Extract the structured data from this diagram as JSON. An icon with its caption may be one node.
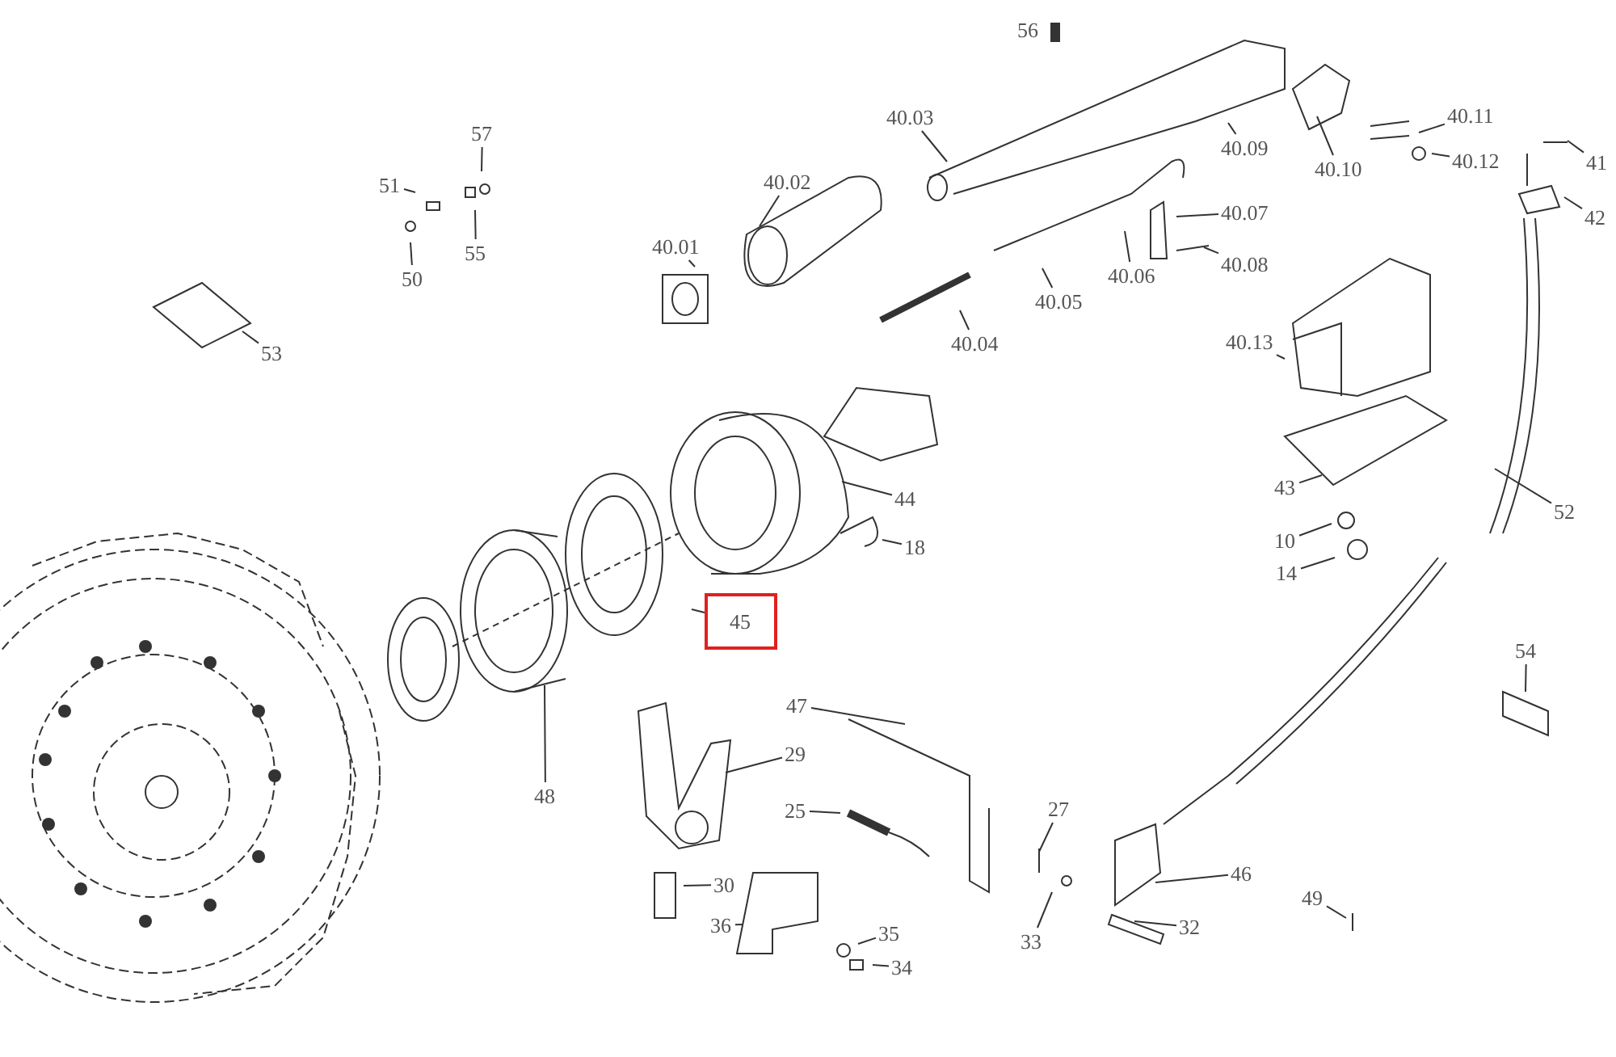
{
  "diagram": {
    "nodes": [
      {
        "text": [
          "40.01"
        ]
      },
      {
        "text": [
          "40.02"
        ]
      },
      {
        "text": [
          "40.03"
        ]
      },
      {
        "text": [
          "40.04"
        ]
      },
      {
        "text": [
          "40.05"
        ]
      },
      {
        "text": [
          "40.06"
        ]
      },
      {
        "text": [
          "40.07"
        ]
      },
      {
        "text": [
          "40.08"
        ]
      },
      {
        "text": [
          "40.09"
        ]
      },
      {
        "text": [
          "40.10"
        ]
      },
      {
        "text": [
          "40.11"
        ]
      },
      {
        "text": [
          "40.12"
        ]
      },
      {
        "text": [
          "40.13"
        ]
      },
      {
        "text": [
          "41"
        ]
      },
      {
        "text": [
          "42"
        ]
      },
      {
        "text": [
          "43"
        ]
      },
      {
        "text": [
          "10"
        ]
      },
      {
        "text": [
          "14"
        ]
      },
      {
        "text": [
          "52"
        ]
      },
      {
        "text": [
          "44"
        ]
      },
      {
        "text": [
          "18"
        ]
      },
      {
        "text": [
          "45"
        ]
      },
      {
        "text": [
          "54"
        ]
      },
      {
        "text": [
          "53"
        ]
      },
      {
        "text": [
          "51"
        ]
      },
      {
        "text": [
          "50"
        ]
      },
      {
        "text": [
          "57"
        ]
      },
      {
        "text": [
          "55"
        ]
      },
      {
        "text": [
          "47"
        ]
      },
      {
        "text": [
          "29"
        ]
      },
      {
        "text": [
          "25"
        ]
      },
      {
        "text": [
          "48"
        ]
      },
      {
        "text": [
          "30"
        ]
      },
      {
        "text": [
          "36"
        ]
      },
      {
        "text": [
          "35"
        ]
      },
      {
        "text": [
          "34"
        ]
      },
      {
        "text": [
          "27"
        ]
      },
      {
        "text": [
          "33"
        ]
      },
      {
        "text": [
          "46"
        ]
      },
      {
        "text": [
          "32"
        ]
      },
      {
        "text": [
          "49"
        ]
      }
    ],
    "edges": [
      {
        "from": 0,
        "to": null,
        "arrow": "none"
      },
      {
        "from": 1,
        "to": null,
        "arrow": "none"
      },
      {
        "from": 2,
        "to": null,
        "arrow": "none"
      },
      {
        "from": 3,
        "to": null,
        "arrow": "none"
      },
      {
        "from": 4,
        "to": null,
        "arrow": "none"
      },
      {
        "from": 5,
        "to": null,
        "arrow": "none"
      },
      {
        "from": 6,
        "to": null,
        "arrow": "none"
      },
      {
        "from": 7,
        "to": null,
        "arrow": "none"
      },
      {
        "from": 8,
        "to": null,
        "arrow": "none"
      },
      {
        "from": 9,
        "to": null,
        "arrow": "none"
      },
      {
        "from": 10,
        "to": null,
        "arrow": "none"
      },
      {
        "from": 11,
        "to": null,
        "arrow": "none"
      },
      {
        "from": 12,
        "to": null,
        "arrow": "none"
      },
      {
        "from": 13,
        "to": null,
        "arrow": "none"
      },
      {
        "from": 14,
        "to": null,
        "arrow": "none"
      },
      {
        "from": 15,
        "to": null,
        "arrow": "none"
      },
      {
        "from": 16,
        "to": null,
        "arrow": "none"
      },
      {
        "from": 17,
        "to": null,
        "arrow": "none"
      },
      {
        "from": 18,
        "to": null,
        "arrow": "none"
      },
      {
        "from": 19,
        "to": null,
        "arrow": "none"
      },
      {
        "from": 20,
        "to": null,
        "arrow": "none"
      },
      {
        "from": 21,
        "to": null,
        "arrow": "none"
      },
      {
        "from": 22,
        "to": null,
        "arrow": "none"
      },
      {
        "from": 23,
        "to": null,
        "arrow": "none"
      },
      {
        "from": 24,
        "to": null,
        "arrow": "none"
      },
      {
        "from": 25,
        "to": null,
        "arrow": "none"
      },
      {
        "from": 26,
        "to": null,
        "arrow": "none"
      },
      {
        "from": 27,
        "to": null,
        "arrow": "none"
      },
      {
        "from": 28,
        "to": null,
        "arrow": "none"
      },
      {
        "from": 29,
        "to": null,
        "arrow": "none"
      },
      {
        "from": 30,
        "to": null,
        "arrow": "none"
      },
      {
        "from": 31,
        "to": null,
        "arrow": "none"
      },
      {
        "from": 32,
        "to": null,
        "arrow": "none"
      },
      {
        "from": 33,
        "to": null,
        "arrow": "none"
      },
      {
        "from": 34,
        "to": null,
        "arrow": "none"
      },
      {
        "from": 35,
        "to": null,
        "arrow": "none"
      },
      {
        "from": 36,
        "to": null,
        "arrow": "none"
      },
      {
        "from": 37,
        "to": null,
        "arrow": "none"
      },
      {
        "from": 38,
        "to": null,
        "arrow": "none"
      },
      {
        "from": 39,
        "to": null,
        "arrow": "none"
      },
      {
        "from": 40,
        "to": null,
        "arrow": "none"
      }
    ],
    "labels": [
      "56"
    ]
  }
}
